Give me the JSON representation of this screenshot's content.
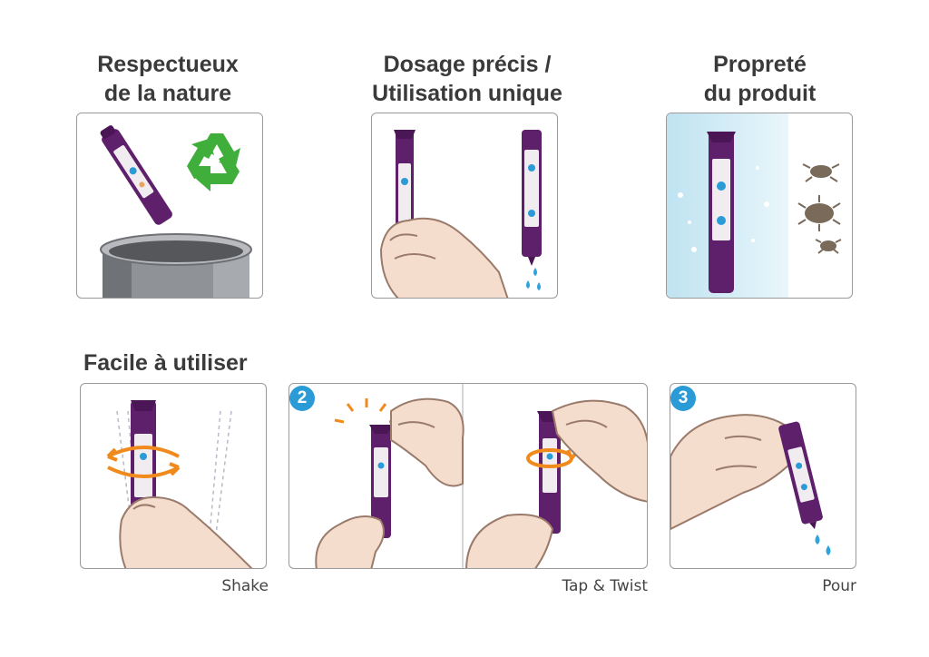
{
  "headings": {
    "nature_line1": "Respectueux",
    "nature_line2": "de la nature",
    "dosage_line1": "Dosage précis /",
    "dosage_line2": "Utilisation unique",
    "clean_line1": "Propreté",
    "clean_line2": "du produit",
    "easy": "Facile à utiliser"
  },
  "steps": [
    {
      "number": "",
      "caption": "Shake"
    },
    {
      "number": "2",
      "caption": "Tap & Twist"
    },
    {
      "number": "3",
      "caption": "Pour"
    }
  ],
  "colors": {
    "vial": "#5e1f6b",
    "vial_dark": "#4a1656",
    "label": "#f1ecef",
    "recycle": "#3fae3a",
    "drop": "#2ea3dd",
    "skin": "#f4ddcc",
    "skin_outline": "#9a7a6a",
    "badge": "#2a9bd6",
    "motion": "#f08a1c",
    "germ": "#7a6a5a"
  }
}
